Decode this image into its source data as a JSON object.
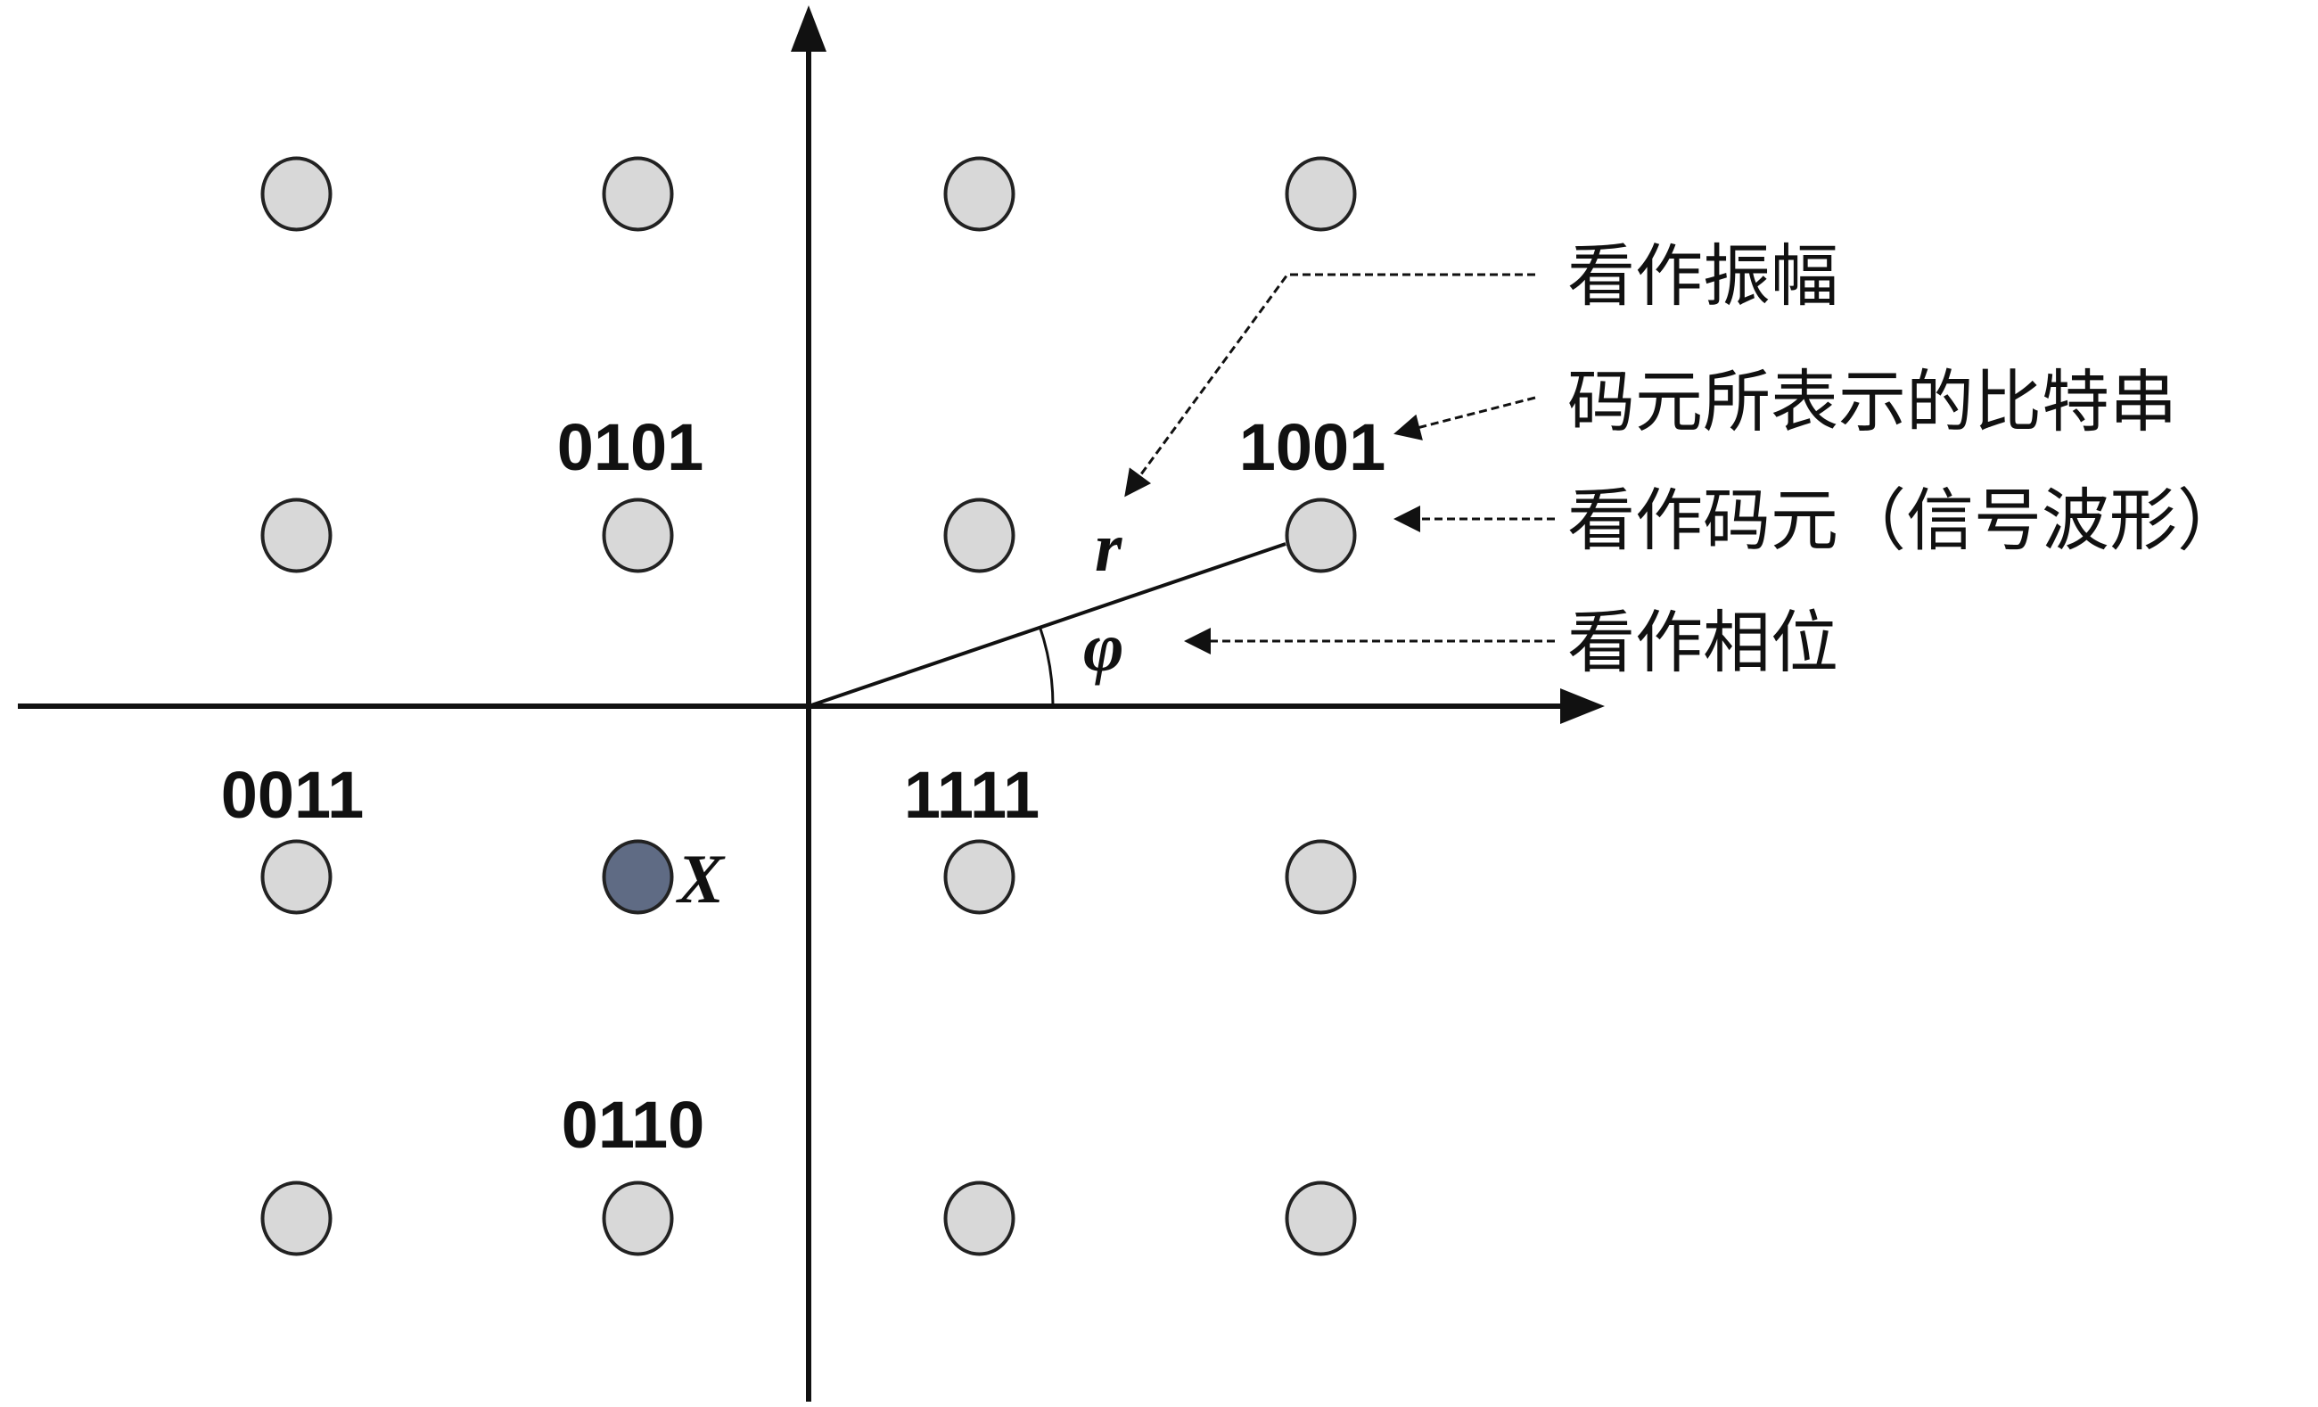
{
  "diagram": {
    "title": "16QAM constellation",
    "colors": {
      "point": "#d8d8d8",
      "highlight": "#5f6b84",
      "stroke": "#222222"
    },
    "grid_levels": [
      -3,
      -1,
      1,
      3
    ],
    "highlighted_point": {
      "i": -1,
      "q": -1,
      "label": "X"
    },
    "bit_labels": [
      {
        "i": -1,
        "q": 1,
        "text": "0101"
      },
      {
        "i": 3,
        "q": 1,
        "text": "1001"
      },
      {
        "i": -3,
        "q": -1,
        "text": "0011"
      },
      {
        "i": 1,
        "q": -1,
        "text": "1111"
      },
      {
        "i": -1,
        "q": -3,
        "text": "0110"
      }
    ],
    "vector": {
      "to_i": 3,
      "to_q": 1,
      "magnitude_label": "r",
      "angle_label": "φ"
    },
    "annotations": {
      "amplitude": "看作振幅",
      "bit_string": "码元所表示的比特串",
      "symbol": "看作码元（信号波形）",
      "phase": "看作相位"
    }
  }
}
